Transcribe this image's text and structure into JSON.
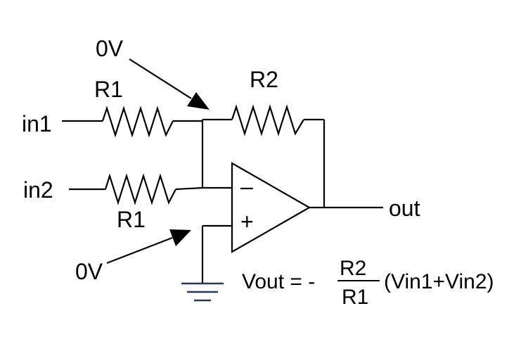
{
  "labels": {
    "in1": "in1",
    "in2": "in2",
    "out": "out",
    "r1_top": "R1",
    "r1_bottom": "R1",
    "r2": "R2",
    "zero_v_top": "0V",
    "zero_v_bottom": "0V",
    "minus_sign": "–",
    "plus_sign": "+"
  },
  "formula": {
    "lhs": "Vout = -",
    "numerator": "R2",
    "denominator": "R1",
    "rhs": "(Vin1+Vin2)"
  },
  "colors": {
    "ink": "#000000",
    "ground": "#2a3a55"
  }
}
